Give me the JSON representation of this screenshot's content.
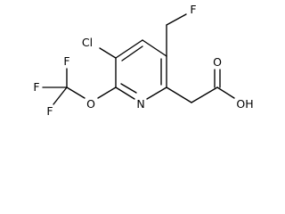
{
  "molecule": {
    "atoms": {
      "cl": "Cl",
      "f_top": "F",
      "o_carbonyl": "O",
      "oh": "OH",
      "n_ring": "N",
      "o_ether": "O",
      "f_upper": "F",
      "f_left": "F",
      "f_lower": "F"
    }
  }
}
